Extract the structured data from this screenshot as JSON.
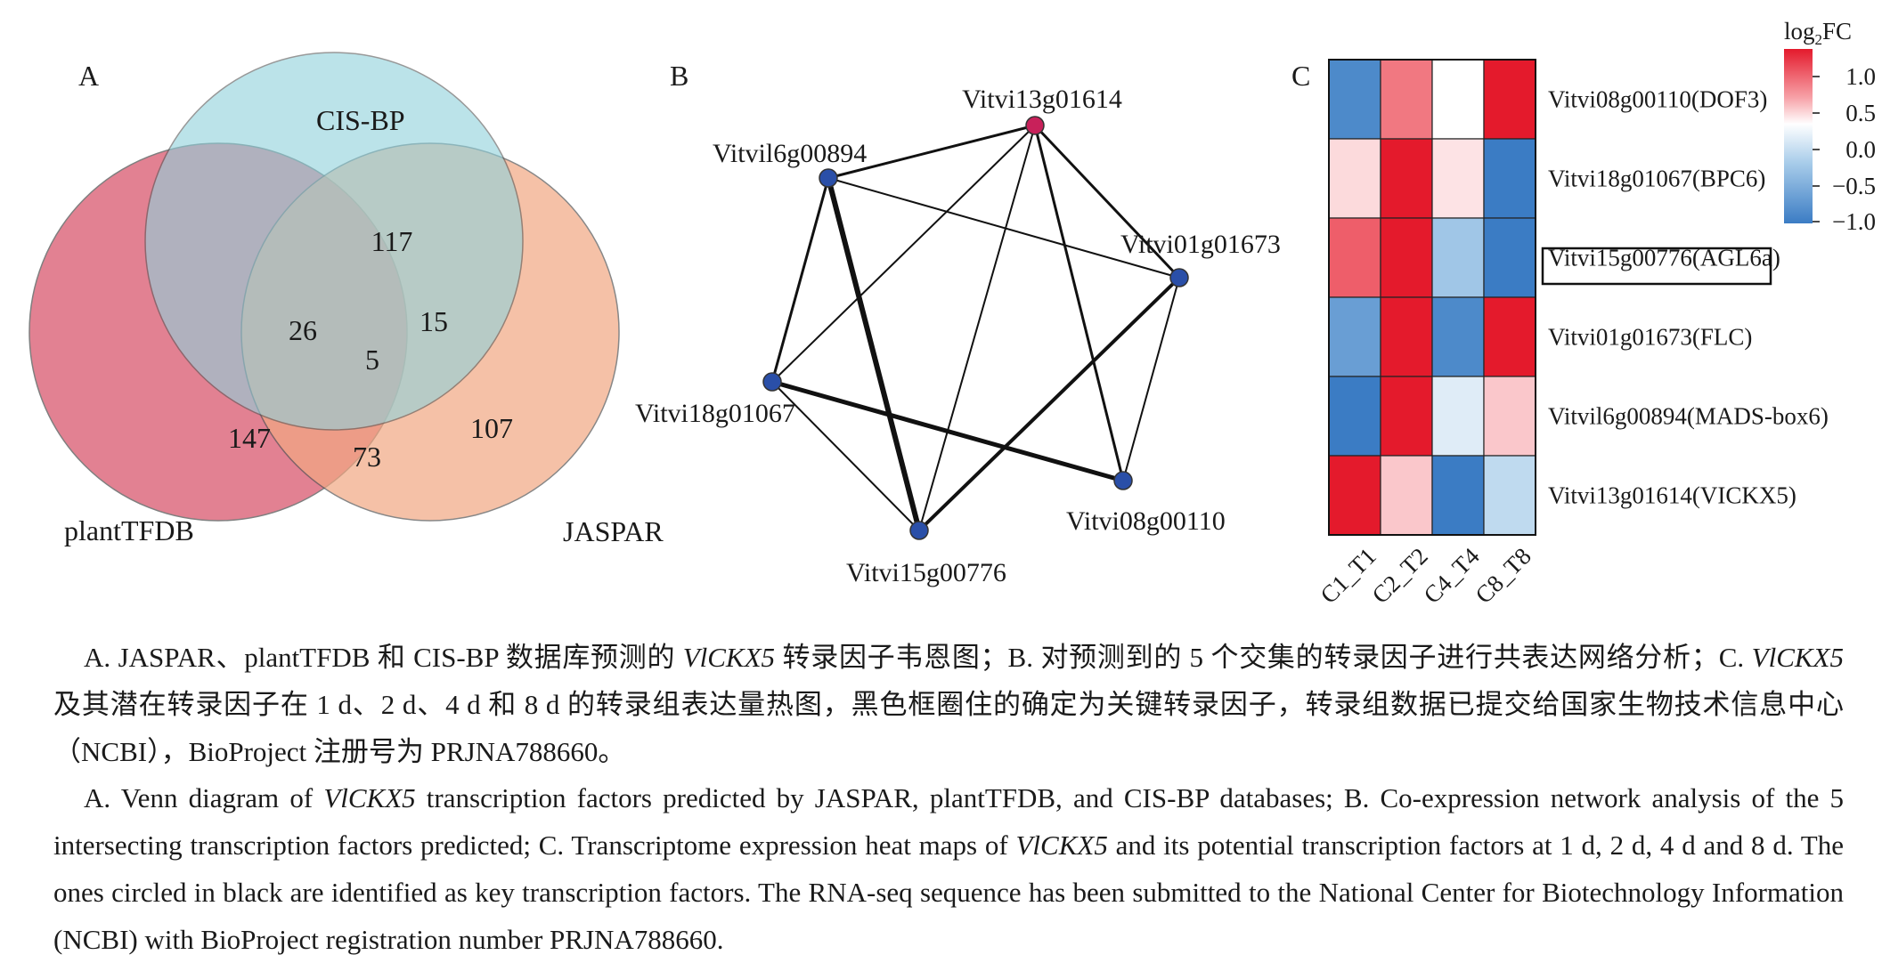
{
  "panels": {
    "a": {
      "letter": "A",
      "labels": {
        "cisbp": "CIS-BP",
        "planttfdb": "plantTFDB",
        "jaspar": "JASPAR"
      },
      "regions": {
        "cisbp_only": "117",
        "cisbp_planttfdb": "26",
        "cisbp_jaspar": "15",
        "all_three": "5",
        "planttfdb_only": "147",
        "planttfdb_jaspar": "73",
        "jaspar_only": "107"
      },
      "colors": {
        "cisbp": "#8fd2dc",
        "planttfdb": "#d9576e",
        "jaspar": "#f2a883"
      }
    },
    "b": {
      "letter": "B",
      "nodes": [
        {
          "id": "Vitvi13g01614",
          "color": "#c8215a"
        },
        {
          "id": "Vitvil6g00894",
          "color": "#2a4fa8"
        },
        {
          "id": "Vitvi01g01673",
          "color": "#2a4fa8"
        },
        {
          "id": "Vitvi18g01067",
          "color": "#2a4fa8"
        },
        {
          "id": "Vitvi08g00110",
          "color": "#2a4fa8"
        },
        {
          "id": "Vitvi15g00776",
          "color": "#2a4fa8"
        }
      ]
    },
    "c": {
      "letter": "C",
      "legend": {
        "title_main": "log",
        "title_sub": "2",
        "title_tail": "FC",
        "ticks": [
          "1.0",
          "0.5",
          "0.0",
          "−0.5",
          "−1.0"
        ]
      },
      "columns": [
        "C1_T1",
        "C2_T2",
        "C4_T4",
        "C8_T8"
      ],
      "rows": [
        "Vitvi08g00110(DOF3)",
        "Vitvi18g01067(BPC6)",
        "Vitvi15g00776(AGL6a)",
        "Vitvi01g01673(FLC)",
        "Vitvil6g00894(MADS-box6)",
        "Vitvi13g01614(VICKX5)"
      ],
      "highlighted_row": "Vitvi15g00776(AGL6a)"
    }
  },
  "chart_data": {
    "type": "heatmap",
    "x": [
      "C1_T1",
      "C2_T2",
      "C4_T4",
      "C8_T8"
    ],
    "y": [
      "Vitvi08g00110(DOF3)",
      "Vitvi18g01067(BPC6)",
      "Vitvi15g00776(AGL6a)",
      "Vitvi01g01673(FLC)",
      "Vitvil6g00894(MADS-box6)",
      "Vitvi13g01614(VICKX5)"
    ],
    "values": [
      [
        -0.9,
        0.75,
        0.0,
        1.3
      ],
      [
        0.2,
        1.3,
        0.15,
        -1.05
      ],
      [
        0.9,
        1.3,
        -0.45,
        -1.05
      ],
      [
        -0.75,
        1.3,
        -0.9,
        1.3
      ],
      [
        -1.05,
        1.3,
        -0.15,
        0.3
      ],
      [
        1.3,
        0.3,
        -1.0,
        -0.3
      ]
    ],
    "colorbar_label": "log2FC",
    "vmin": -1.0,
    "vmax": 1.3
  },
  "caption": {
    "cn_p1": "A. JASPAR、plantTFDB 和 CIS-BP 数据库预测的 ",
    "cn_gene1": "VlCKX5",
    "cn_p2": " 转录因子韦恩图；B. 对预测到的 5 个交集的转录因子进行共表达网络分析；C. ",
    "cn_gene2": "VlCKX5",
    "cn_p3": " 及其潜在转录因子在 1 d、2 d、4 d 和 8 d 的转录组表达量热图，黑色框圈住的确定为关键转录因子，转录组数据已提交给国家生物技术信息中心（NCBI），BioProject 注册号为 PRJNA788660。",
    "en_p1": "A. Venn diagram of ",
    "en_gene1": "VlCKX5",
    "en_p2": " transcription factors predicted by JASPAR, plantTFDB, and CIS-BP databases; B. Co-expression network analysis of the 5 intersecting transcription factors predicted; C. Transcriptome expression heat maps of ",
    "en_gene2": "VlCKX5",
    "en_p3": " and its potential transcription factors at 1 d, 2 d, 4 d and 8 d. The ones circled in black are identified as key transcription factors. The RNA-seq sequence has been submitted to the National Center for Biotechnology Information (NCBI) with BioProject registration number PRJNA788660."
  }
}
